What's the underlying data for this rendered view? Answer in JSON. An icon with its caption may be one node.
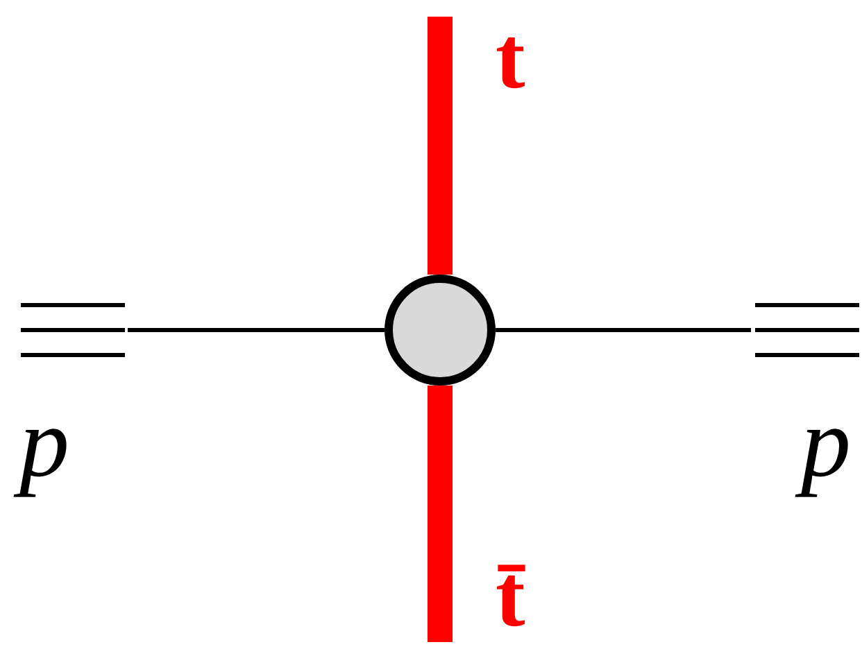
{
  "diagram": {
    "nodes": [
      {
        "text": [],
        "shape": "circle"
      },
      {
        "text": [
          "p"
        ]
      },
      {
        "text": [
          "p"
        ]
      }
    ],
    "edges": [
      {
        "from": 1,
        "to": 0,
        "arrow": "none"
      },
      {
        "from": 0,
        "to": 2,
        "arrow": "none"
      },
      {
        "from": 0,
        "to": null,
        "arrow": "none",
        "style": "thick",
        "color": "#ff0000"
      },
      {
        "from": 0,
        "to": null,
        "arrow": "none",
        "style": "thick",
        "color": "#ff0000"
      }
    ],
    "labels": [
      "t",
      "t̄"
    ]
  }
}
